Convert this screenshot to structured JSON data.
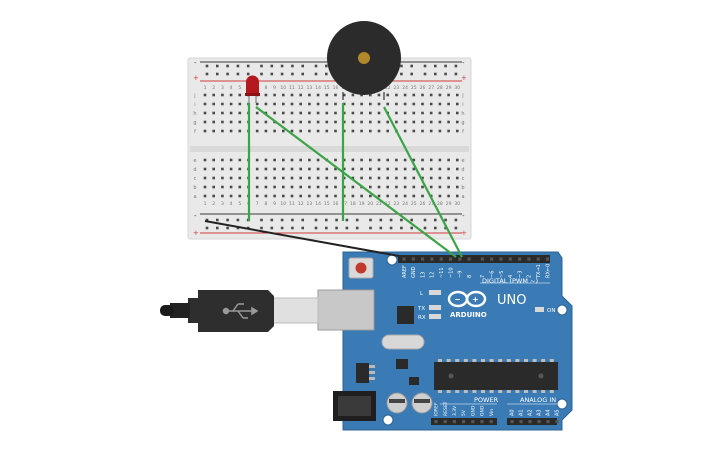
{
  "colors": {
    "background": "#ffffff",
    "breadboard": "#e9e9e9",
    "breadboard_channel": "#d9d9d9",
    "rail_red": "#d23a3a",
    "rail_black": "#3b3b3b",
    "wire_green": "#3aa547",
    "wire_black": "#222222",
    "led_red": "#b3191f",
    "buzzer_body": "#2b2b2b",
    "buzzer_center": "#b08a2a",
    "arduino_blue": "#3a7bb5",
    "arduino_dark_blue": "#2c6391",
    "header_black": "#2a2a2a",
    "usb_cable": "#333333",
    "usb_connector": "#c8c8c8"
  },
  "breadboard": {
    "rail_plus": "+",
    "rail_minus": "-",
    "column_numbers": [
      "1",
      "2",
      "3",
      "4",
      "5",
      "6",
      "7",
      "8",
      "9",
      "10",
      "11",
      "12",
      "13",
      "14",
      "15",
      "16",
      "17",
      "18",
      "19",
      "20",
      "21",
      "22",
      "23",
      "24",
      "25",
      "26",
      "27",
      "28",
      "29",
      "30"
    ],
    "row_letters_top": [
      "j",
      "i",
      "h",
      "g",
      "f"
    ],
    "row_letters_bottom": [
      "e",
      "d",
      "c",
      "b",
      "a"
    ]
  },
  "arduino": {
    "brand": "ARDUINO",
    "model": "UNO",
    "digital_label": "DIGITAL (PWM ~)",
    "power_label": "POWER",
    "analog_label": "ANALOG IN",
    "on_label": "ON",
    "led_l": "L",
    "led_tx": "TX",
    "led_rx": "RX",
    "digital_pins": [
      "AREF",
      "GND",
      "13",
      "12",
      "~11",
      "~10",
      "~9",
      "8",
      "7",
      "~6",
      "~5",
      "4",
      "~3",
      "2",
      "TX→1",
      "RX←0"
    ],
    "power_pins": [
      "IOREF",
      "RESET",
      "3.3V",
      "5V",
      "GND",
      "GND",
      "Vin"
    ],
    "analog_pins": [
      "A0",
      "A1",
      "A2",
      "A3",
      "A4",
      "A5"
    ]
  },
  "components": {
    "led": "led-red",
    "buzzer": "piezo-buzzer",
    "reset_button": "reset-button",
    "usb_plug": "usb-plug-icon"
  }
}
